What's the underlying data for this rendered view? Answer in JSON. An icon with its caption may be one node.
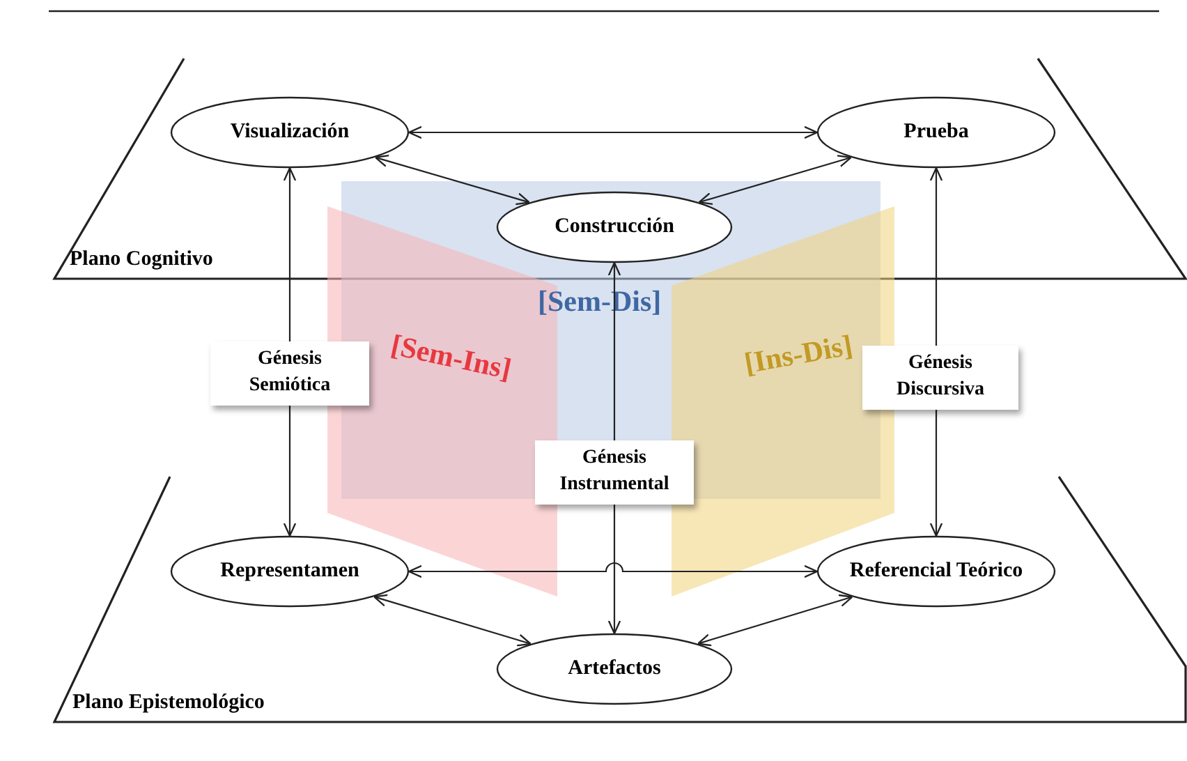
{
  "diagram": {
    "nodes": [
      {
        "text": [
          "Plano Cognitivo"
        ]
      },
      {
        "text": [
          "Visualización"
        ],
        "in": 0
      },
      {
        "text": [
          "Prueba"
        ],
        "in": 0
      },
      {
        "text": [
          "Construcción"
        ],
        "in": 0
      },
      {
        "text": [
          "Plano Epistemológico"
        ]
      },
      {
        "text": [
          "Representamen"
        ],
        "in": 4
      },
      {
        "text": [
          "Referencial Teórico"
        ],
        "in": 4
      },
      {
        "text": [
          "Artefactos"
        ],
        "in": 4
      }
    ],
    "edges": [
      {
        "from": 1,
        "to": 2,
        "arrow": "both"
      },
      {
        "from": 1,
        "to": 3,
        "arrow": "both"
      },
      {
        "from": 2,
        "to": 3,
        "arrow": "both"
      },
      {
        "from": 1,
        "to": 5,
        "arrow": "both",
        "label": "Génesis Semiótica"
      },
      {
        "from": 3,
        "to": 7,
        "arrow": "both",
        "label": "Génesis Instrumental"
      },
      {
        "from": 2,
        "to": 6,
        "arrow": "both",
        "label": "Génesis Discursiva"
      },
      {
        "from": 5,
        "to": 6,
        "arrow": "both"
      },
      {
        "from": 5,
        "to": 7,
        "arrow": "both"
      },
      {
        "from": 6,
        "to": 7,
        "arrow": "both"
      }
    ],
    "labels": [
      "[Sem-Dis]",
      "[Sem-Ins]",
      "[Ins-Dis]"
    ]
  }
}
